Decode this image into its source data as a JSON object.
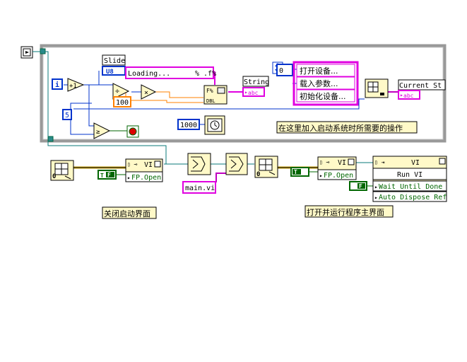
{
  "loop": {
    "label_i": "i",
    "count": "5"
  },
  "slide": {
    "label": "Slide",
    "type": "U8"
  },
  "format": {
    "text": "Loading...",
    "spec": "% .f%"
  },
  "increment": {
    "symbol": "+1"
  },
  "const_100": "100",
  "string_ind": {
    "label": "String",
    "type": "abc"
  },
  "array_index": "0",
  "array_items": [
    "打开设备...",
    "载入参数...",
    "初始化设备..."
  ],
  "current_st": {
    "label": "Current St",
    "type": "abc"
  },
  "wait": {
    "ms": "1000"
  },
  "note_boot": "在这里加入启动系统时所需要的操作",
  "close_panel": {
    "index": "0",
    "node": "VI",
    "prop": "FP.Open",
    "bool": "F"
  },
  "main_vi": "main.vi",
  "open_panel": {
    "index": "0",
    "node": "VI",
    "prop": "FP.Open",
    "bool": "T"
  },
  "run_vi": {
    "header": "VI",
    "method": "Run VI",
    "opt1": "Wait Until Done",
    "opt2": "Auto Dispose Ref",
    "bool": "F"
  },
  "note_close": "关闭启动界面",
  "note_open": "打开并运行程序主界面"
}
